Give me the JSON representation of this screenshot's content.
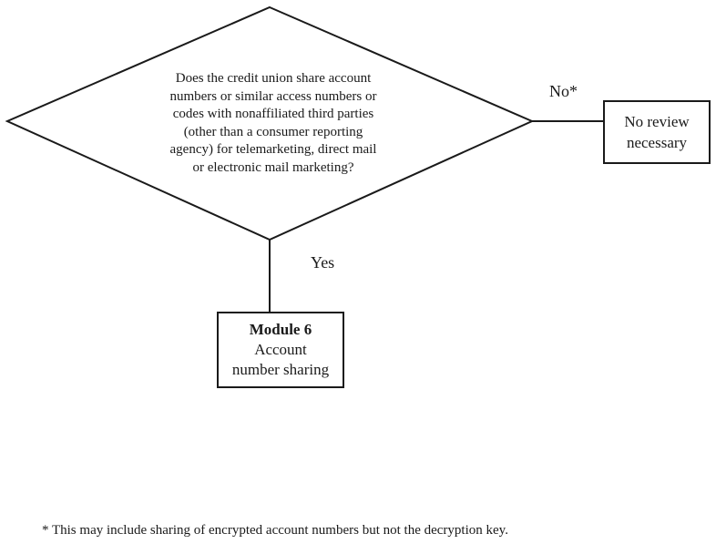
{
  "diagram": {
    "decision": {
      "question": "Does the credit union share account\nnumbers or similar access numbers or\ncodes with nonaffiliated third parties\n(other than a consumer reporting\nagency) for telemarketing, direct mail\nor electronic mail marketing?"
    },
    "branches": {
      "no_label": "No*",
      "yes_label": "Yes"
    },
    "no_box": {
      "text": "No review\nnecessary"
    },
    "yes_box": {
      "title": "Module 6",
      "subtitle": "Account\nnumber sharing"
    },
    "footnote": "* This may include sharing of encrypted account numbers but not the decryption key.",
    "colors": {
      "line": "#1a1a1a",
      "text": "#1a1a1a",
      "background": "#ffffff"
    }
  }
}
